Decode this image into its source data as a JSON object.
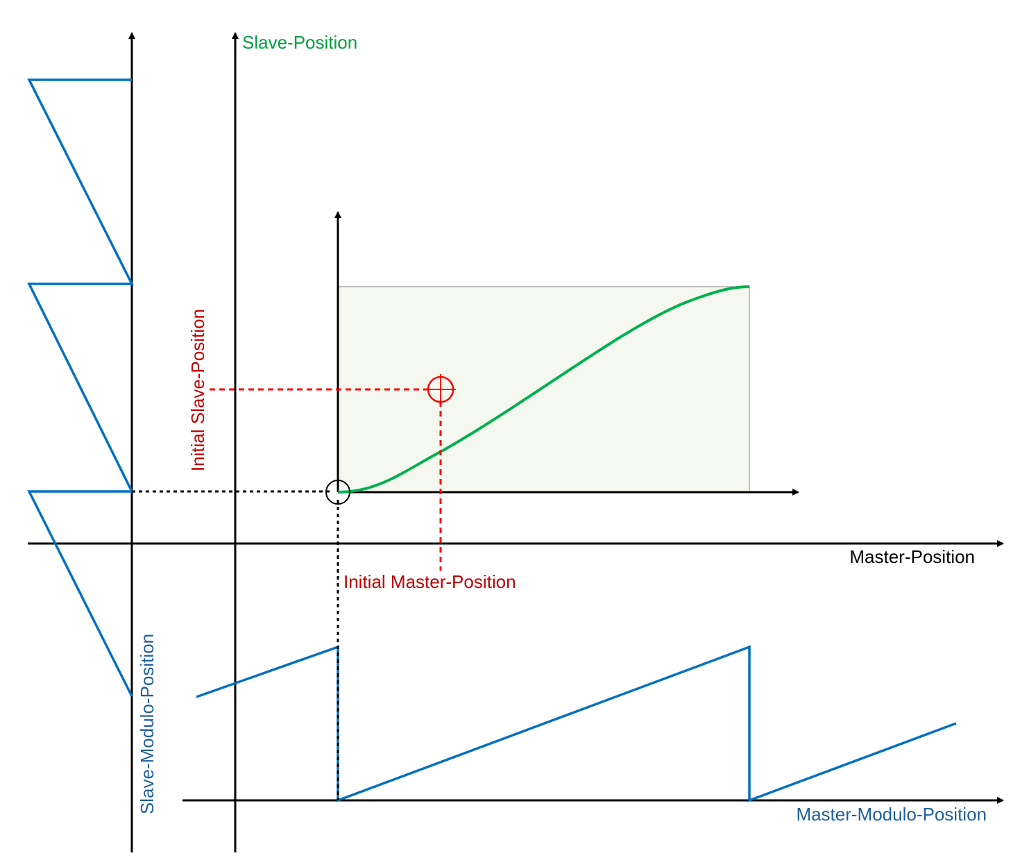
{
  "labels": {
    "slave_position": "Slave-Position",
    "master_position": "Master-Position",
    "initial_slave_position": "Initial Slave-Position",
    "initial_master_position": "Initial Master-Position",
    "slave_modulo_position": "Slave-Modulo-Position",
    "master_modulo_position": "Master-Modulo-Position"
  },
  "colors": {
    "axis": "#000000",
    "cam_curve": "#00b050",
    "modulo_line": "#0070c0",
    "initial_marker": "#ff0000",
    "slave_position_label": "#00a040",
    "initial_label": "#c00000",
    "modulo_label": "#1f5f9f",
    "cam_area_fill": "#f4f8ee",
    "cam_area_stroke": "#8a8a8a"
  }
}
